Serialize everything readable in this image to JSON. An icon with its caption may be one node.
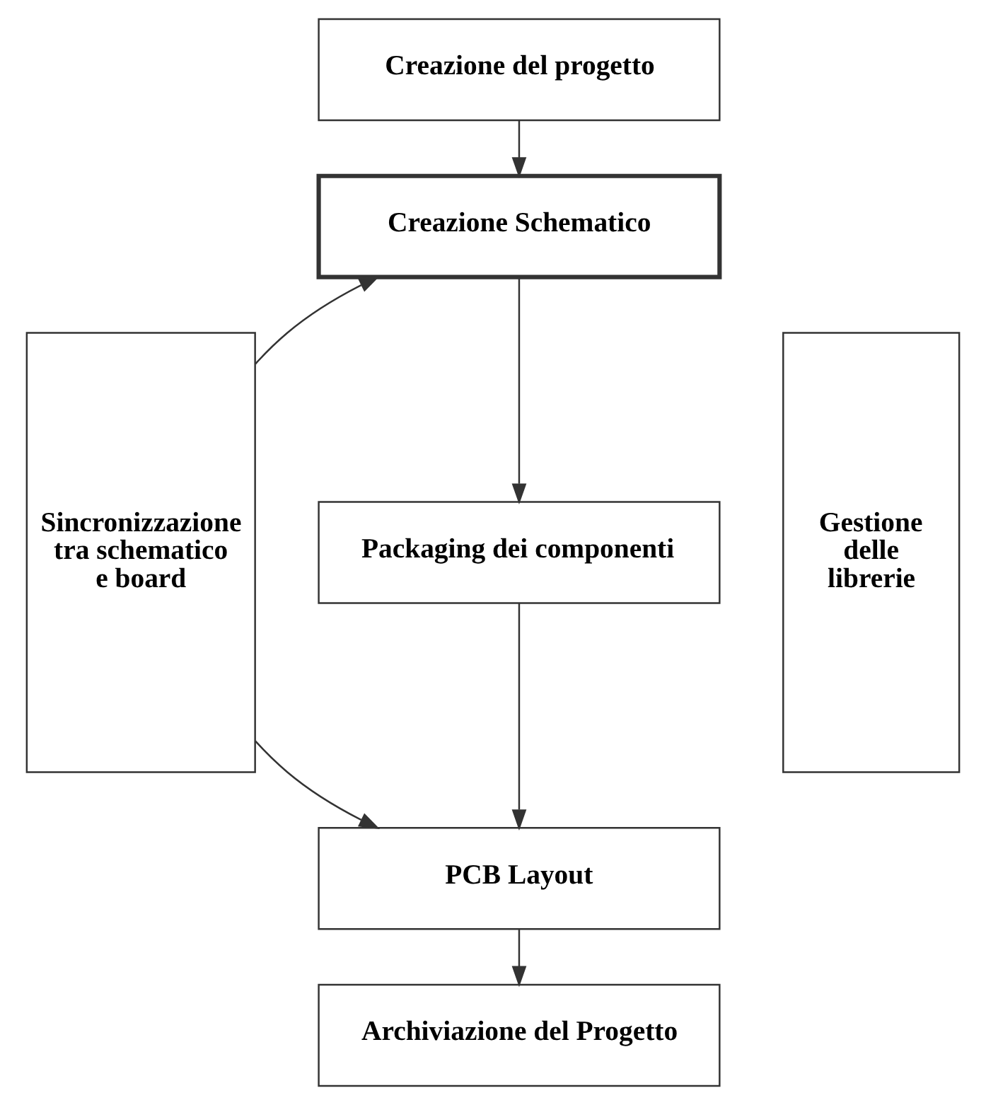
{
  "diagram": {
    "nodes": [
      {
        "text": [
          "Creazione del progetto"
        ]
      },
      {
        "text": [
          "Creazione Schematico"
        ]
      },
      {
        "text": [
          "Packaging dei componenti"
        ]
      },
      {
        "text": [
          "PCB Layout"
        ]
      },
      {
        "text": [
          "Archiviazione del Progetto"
        ]
      },
      {
        "text": [
          "Sincronizzazione tra schematico e board"
        ]
      },
      {
        "text": [
          "Gestione delle librerie"
        ]
      }
    ],
    "edges": [
      {
        "from": 0,
        "to": 1,
        "arrow": "to"
      },
      {
        "from": 1,
        "to": 2,
        "arrow": "to"
      },
      {
        "from": 2,
        "to": 3,
        "arrow": "to"
      },
      {
        "from": 3,
        "to": 4,
        "arrow": "to"
      },
      {
        "from": 5,
        "to": 1,
        "arrow": "to"
      },
      {
        "from": 5,
        "to": 3,
        "arrow": "to"
      }
    ]
  }
}
